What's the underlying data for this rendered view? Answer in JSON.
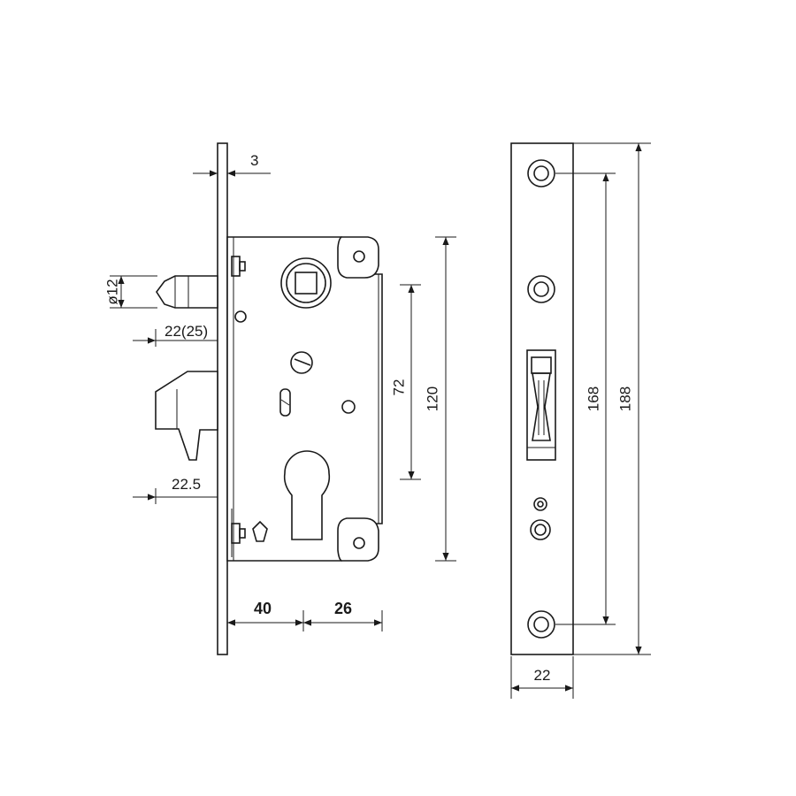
{
  "dimensions": {
    "faceplate_thickness": "3",
    "bolt_diameter": "ø12",
    "bolt_projection": "22(25)",
    "hook_projection": "22.5",
    "backset": "40",
    "cylinder_offset": "26",
    "spindle_to_cylinder": "72",
    "case_height": "120",
    "screw_spacing": "168",
    "faceplate_length": "188",
    "faceplate_width": "22"
  }
}
